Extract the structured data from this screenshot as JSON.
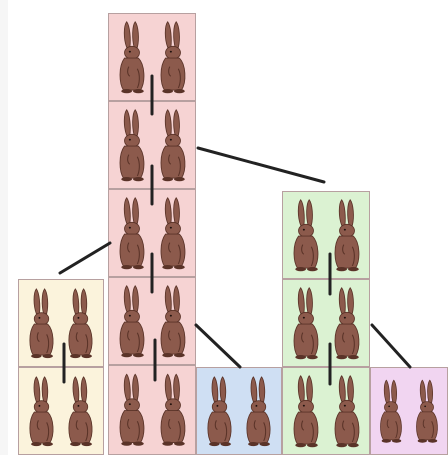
{
  "diagram": {
    "description_note": "",
    "colors": {
      "background": "#f6f6f6",
      "frame": "#ffffff",
      "pink": "#f6d3d3",
      "green": "#dbf2d2",
      "yellow": "#fbf3dc",
      "blue": "#cfdff3",
      "magenta": "#f1d5f1",
      "rabbit": "#8c5a4c",
      "rabbit_shade": "#5a3328",
      "connector": "#222222"
    },
    "icons": [
      "rabbit-pair-icon"
    ],
    "pairs": [
      {
        "id": "pink-1",
        "color": "pink"
      },
      {
        "id": "pink-2",
        "color": "pink"
      },
      {
        "id": "pink-3",
        "color": "pink"
      },
      {
        "id": "pink-4",
        "color": "pink"
      },
      {
        "id": "pink-5",
        "color": "pink"
      },
      {
        "id": "yellow-1",
        "color": "yellow"
      },
      {
        "id": "yellow-2",
        "color": "yellow"
      },
      {
        "id": "blue-1",
        "color": "blue"
      },
      {
        "id": "green-1",
        "color": "green"
      },
      {
        "id": "green-2",
        "color": "green"
      },
      {
        "id": "green-3",
        "color": "green"
      },
      {
        "id": "magenta-1",
        "color": "magenta"
      }
    ]
  }
}
